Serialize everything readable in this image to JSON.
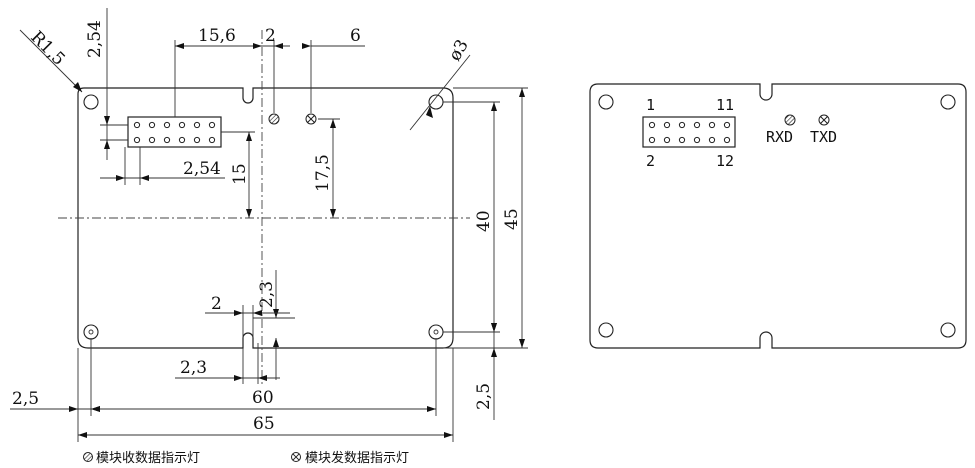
{
  "dimensions": {
    "corner_radius": "R1,5",
    "pin_pitch_top": "2,54",
    "header_offset": "15,6",
    "led_gap": "2",
    "led_spacing": "6",
    "hole_diameter": "ø3",
    "pin_pitch_bottom": "2,54",
    "header_height": "15",
    "led_height": "17,5",
    "hole_spacing_v": "40",
    "board_height": "45",
    "notch_height": "2,3",
    "notch_width_top": "2",
    "notch_width_bottom": "2,3",
    "hole_inset_left": "2,5",
    "hole_inset_bottom": "2,5",
    "hole_spacing_h": "60",
    "board_width": "65"
  },
  "back_view": {
    "pin1": "1",
    "pin11": "11",
    "pin2": "2",
    "pin12": "12",
    "rxd": "RXD",
    "txd": "TXD"
  },
  "legend": {
    "rx_indicator": "模块收数据指示灯",
    "tx_indicator": "模块发数据指示灯"
  }
}
